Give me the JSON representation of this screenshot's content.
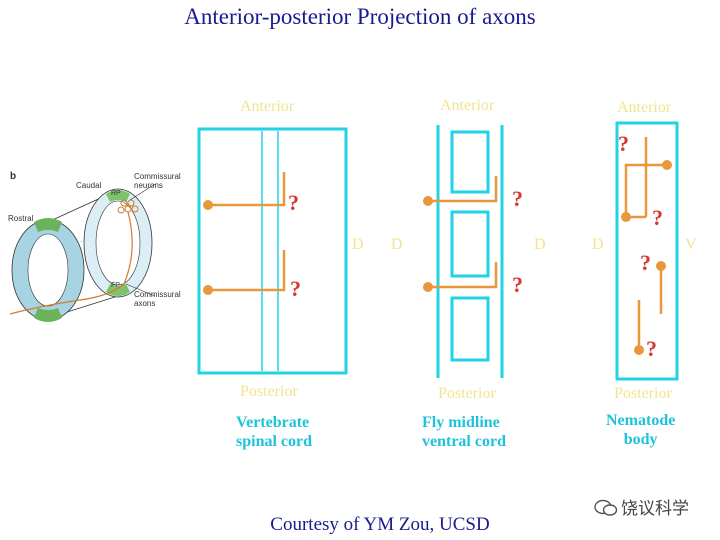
{
  "title": "Anterior-posterior Projection of axons",
  "credit": "Courtesy of YM Zou, UCSD",
  "watermark": "饶议科学",
  "left_figure": {
    "panel_letter": "b",
    "labels": {
      "caudal": "Caudal",
      "rostral": "Rostral",
      "rp": "RP",
      "fp": "FP",
      "commissural_neurons": "Commissural\nneurons",
      "commissural_axons": "Commissural\naxons"
    }
  },
  "panels": [
    {
      "caption": "Vertebrate\nspinal cord",
      "anterior": "Anterior",
      "posterior": "Posterior",
      "side_labels": [
        "D"
      ]
    },
    {
      "caption": "Fly midline\nventral cord",
      "anterior": "Anterior",
      "posterior": "Posterior",
      "side_labels": [
        "D",
        "D"
      ]
    },
    {
      "caption": "Nematode\nbody",
      "anterior": "Anterior",
      "posterior": "Posterior",
      "side_labels": [
        "D",
        "V"
      ]
    }
  ],
  "question_mark": "?",
  "colors": {
    "title": "#1a1a8c",
    "outline": "#22d3e6",
    "axon": "#e8973a",
    "axis_label": "#f2e48e",
    "caption": "#1ec3d9",
    "question": "#d8362d"
  }
}
